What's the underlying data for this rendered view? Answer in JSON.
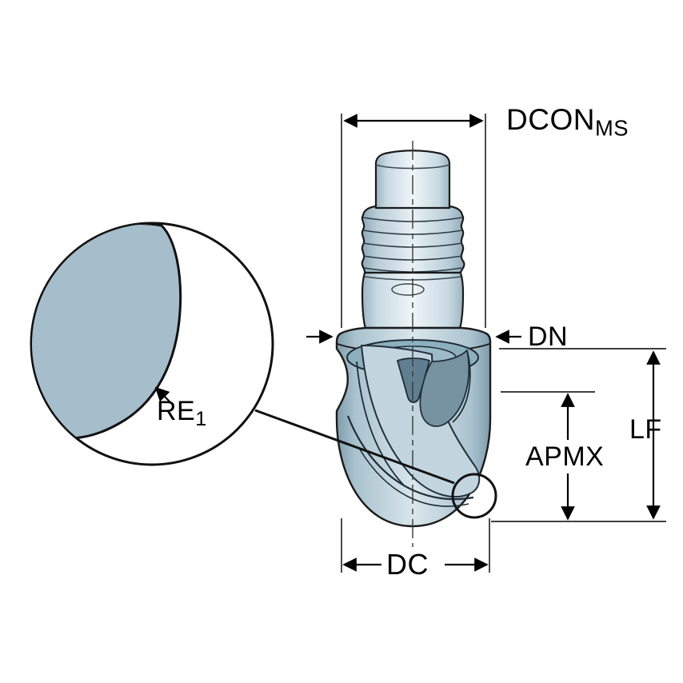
{
  "labels": {
    "dcon": {
      "main": "DCON",
      "sub": "MS"
    },
    "dn": {
      "text": "DN"
    },
    "lf": {
      "text": "LF"
    },
    "apmx": {
      "text": "APMX"
    },
    "dc": {
      "text": "DC"
    },
    "re": {
      "main": "RE",
      "sub": "1"
    }
  },
  "colors": {
    "background": "#ffffff",
    "dimension_line": "#000000",
    "tool_outline": "#1b1b1b",
    "tool_light": "#f0f5f8",
    "tool_mid": "#b9cdd8",
    "tool_dark": "#7f9cab",
    "top_face": "#8db0c0",
    "flute_light": "#c2d5df",
    "flute_dark": "#5f7e90",
    "detail_fill": "#a6bdcb"
  }
}
